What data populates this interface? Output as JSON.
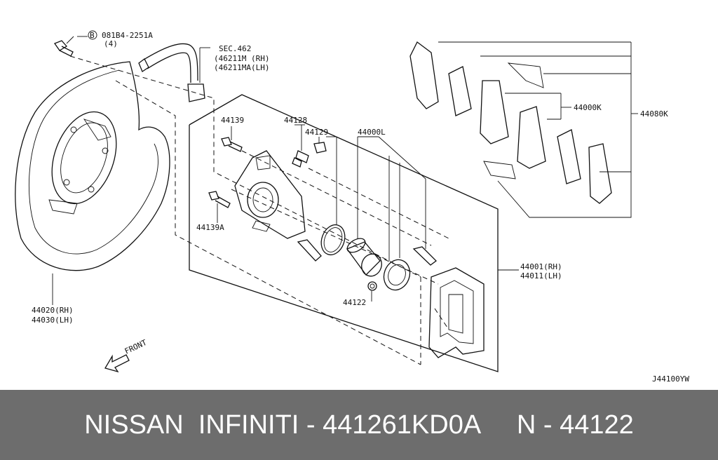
{
  "diagram": {
    "labels": {
      "bolt_ref": "081B4-2251A",
      "bolt_qty": "(4)",
      "bolt_circle": "B",
      "sec": "SEC.462",
      "sec_rh": "(46211M  (RH)",
      "sec_lh": "(46211MA(LH)",
      "p44139": "44139",
      "p44128": "44128",
      "p44129": "44129",
      "p44000L": "44000L",
      "p44000K": "44000K",
      "p44080K": "44080K",
      "p44139A": "44139A",
      "p44001": "44001(RH)",
      "p44011": "44011(LH)",
      "p44020": "44020(RH)",
      "p44030": "44030(LH)",
      "p44122": "44122",
      "front": "FRONT",
      "code": "J44100YW"
    },
    "highlight_color": "#f29a9a"
  },
  "footer": {
    "text": "NISSAN  INFINITI - 441261KD0A     N - 44122"
  }
}
